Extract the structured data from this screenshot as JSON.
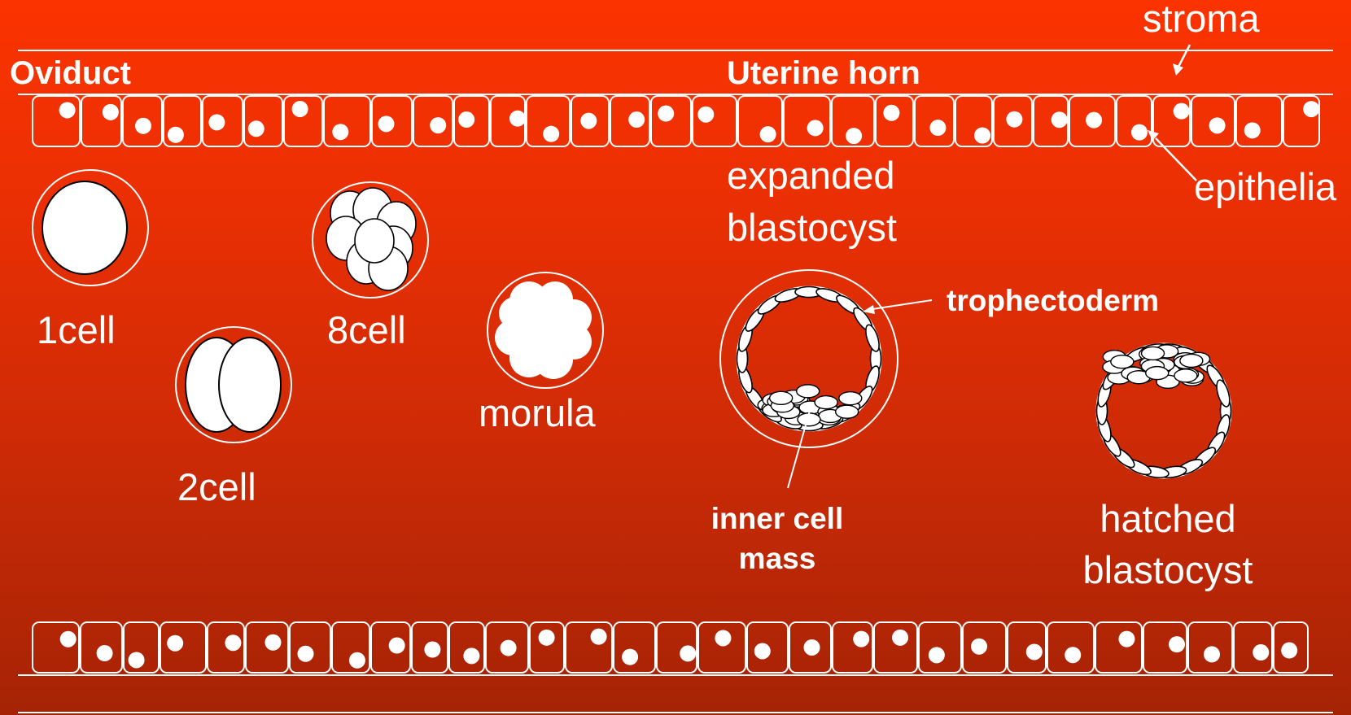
{
  "labels": {
    "stroma": "stroma",
    "oviduct": "Oviduct",
    "uterine_horn": "Uterine horn",
    "expanded_blastocyst_line1": "expanded",
    "expanded_blastocyst_line2": "blastocyst",
    "epithelia": "epithelia",
    "one_cell": "1cell",
    "two_cell": "2cell",
    "eight_cell": "8cell",
    "morula": "morula",
    "trophectoderm": "trophectoderm",
    "inner_cell_mass_line1": "inner cell",
    "inner_cell_mass_line2": "mass",
    "hatched_blastocyst_line1": "hatched",
    "hatched_blastocyst_line2": "blastocyst"
  },
  "colors": {
    "background_top": "#fb3300",
    "background_bottom": "#a52305",
    "line": "#ffffff",
    "cell_fill": "#ffffff",
    "cell_outline": "#000000"
  }
}
